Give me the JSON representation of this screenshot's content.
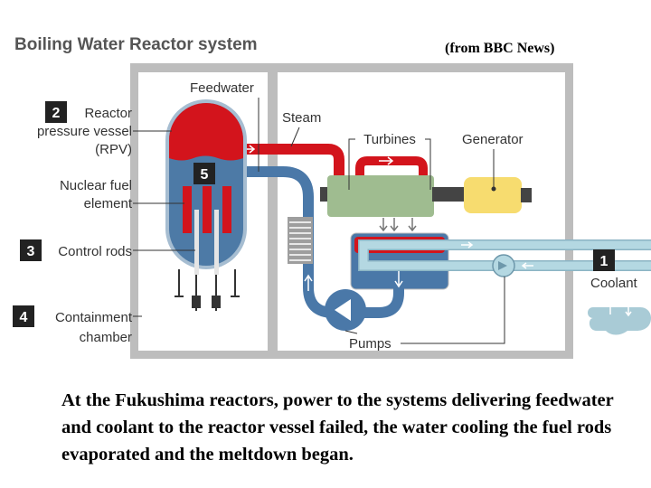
{
  "title": "Boiling Water Reactor system",
  "source": "(from BBC News)",
  "labels": {
    "feedwater": "Feedwater",
    "steam": "Steam",
    "turbines": "Turbines",
    "generator": "Generator",
    "pumps": "Pumps",
    "coolant": "Coolant",
    "rpv_line1": "Reactor",
    "rpv_line2": "pressure vessel",
    "rpv_line3": "(RPV)",
    "fuel_line1": "Nuclear fuel",
    "fuel_line2": "element",
    "control_rods": "Control rods",
    "containment_line1": "Containment",
    "containment_line2": "chamber"
  },
  "badges": {
    "coolant": "1",
    "rpv": "2",
    "control_rods": "3",
    "containment": "4",
    "water_level": "5"
  },
  "caption": "At the Fukushima reactors, power to the systems delivering feedwater and coolant to the reactor vessel failed, the water cooling the fuel rods evaporated and the meltdown began.",
  "colors": {
    "steam": "#d3141c",
    "feedwater": "#4a78a8",
    "coolant": "#b4d8e2",
    "turbine": "#9fbc90",
    "generator": "#f7dc6f",
    "frame": "#bdbdbd"
  }
}
